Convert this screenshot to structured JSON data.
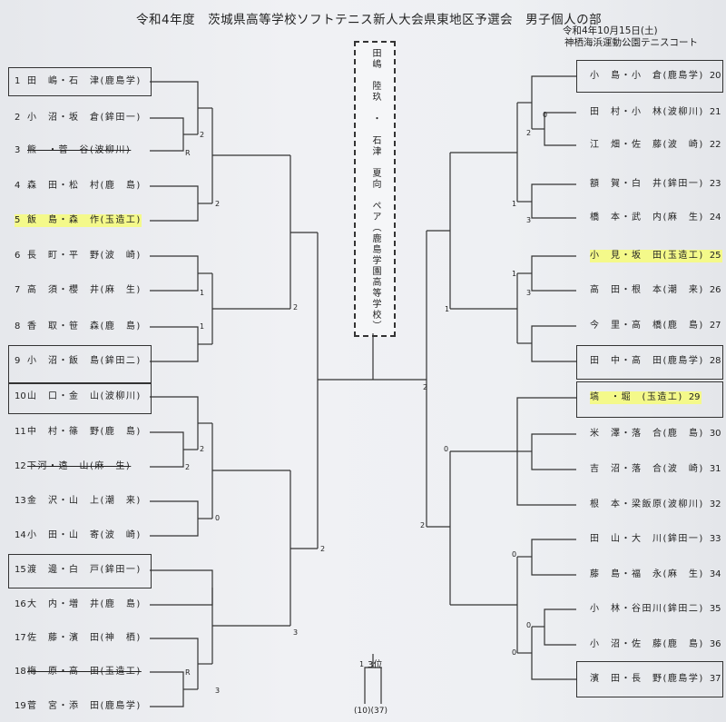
{
  "header": {
    "title": "令和4年度　茨城県高等学校ソフトテニス新人大会県東地区予選会　男子個人の部",
    "date": "令和4年10月15日(土)",
    "venue": "神栖海浜運動公園テニスコート"
  },
  "champion": "田嶋　陸玖　・　石津　夏向　ペア（鹿島学園高等学校）",
  "left_entries": [
    {
      "num": "1",
      "name": "田　嶋・石　津(鹿島学)",
      "boxed": true
    },
    {
      "num": "2",
      "name": "小　沼・坂　倉(鉾田一)"
    },
    {
      "num": "3",
      "name": "熊　・菅　谷(波柳川)",
      "struck": true
    },
    {
      "num": "4",
      "name": "森　田・松　村(鹿　島)"
    },
    {
      "num": "5",
      "name": "飯　島・森　作(玉造工)",
      "highlight": true
    },
    {
      "num": "6",
      "name": "長　町・平　野(波　崎)"
    },
    {
      "num": "7",
      "name": "高　須・櫻　井(麻　生)"
    },
    {
      "num": "8",
      "name": "香　取・笹　森(鹿　島)"
    },
    {
      "num": "9",
      "name": "小　沼・飯　島(鉾田二)",
      "boxed": true
    },
    {
      "num": "10",
      "name": "山　口・金　山(波柳川)",
      "boxed": true
    },
    {
      "num": "11",
      "name": "中　村・篠　野(鹿　島)"
    },
    {
      "num": "12",
      "name": "下河・遠　山(麻　生)",
      "struck": true
    },
    {
      "num": "13",
      "name": "金　沢・山　上(潮　来)"
    },
    {
      "num": "14",
      "name": "小　田・山　寄(波　崎)"
    },
    {
      "num": "15",
      "name": "渡　邊・白　戸(鉾田一)",
      "boxed": true
    },
    {
      "num": "16",
      "name": "大　内・増　井(鹿　島)"
    },
    {
      "num": "17",
      "name": "佐　藤・濱　田(神　栖)"
    },
    {
      "num": "18",
      "name": "梅　原・高　田(玉造工)",
      "struck": true
    },
    {
      "num": "19",
      "name": "菅　宮・添　田(鹿島学)"
    }
  ],
  "right_entries": [
    {
      "num": "20",
      "name": "小　島・小　倉(鹿島学)",
      "boxed": true
    },
    {
      "num": "21",
      "name": "田　村・小　林(波柳川)"
    },
    {
      "num": "22",
      "name": "江　畑・佐　藤(波　崎)"
    },
    {
      "num": "23",
      "name": "額　賀・白　井(鉾田一)"
    },
    {
      "num": "24",
      "name": "橋　本・武　内(麻　生)"
    },
    {
      "num": "25",
      "name": "小　見・坂　田(玉造工)",
      "highlight": true
    },
    {
      "num": "26",
      "name": "高　田・根　本(潮　来)"
    },
    {
      "num": "27",
      "name": "今　里・高　橋(鹿　島)"
    },
    {
      "num": "28",
      "name": "田　中・高　田(鹿島学)",
      "boxed": true
    },
    {
      "num": "29",
      "name": "塙　・堀　(玉造工)",
      "boxed": true,
      "highlight": true
    },
    {
      "num": "30",
      "name": "米　澤・落　合(鹿　島)"
    },
    {
      "num": "31",
      "name": "吉　沼・落　合(波　崎)"
    },
    {
      "num": "32",
      "name": "根　本・梁飯原(波柳川)"
    },
    {
      "num": "33",
      "name": "田　山・大　川(鉾田一)"
    },
    {
      "num": "34",
      "name": "藤　島・福　永(麻　生)"
    },
    {
      "num": "35",
      "name": "小　林・谷田川(鉾田二)"
    },
    {
      "num": "36",
      "name": "小　沼・佐　藤(鹿　島)"
    },
    {
      "num": "37",
      "name": "濱　田・長　野(鹿島学)",
      "boxed": true
    }
  ],
  "scores": {
    "l_r1_a": "2",
    "l_r1_a_lose": "R",
    "l_r1_b": "2",
    "l_r2": "2",
    "l_r1_c": "1",
    "l_r1_d": "1",
    "l_r1_e": "2",
    "l_r1_e2": "2",
    "l_r1_f": "0",
    "l_r2_b": "2",
    "l_r1_g": "R",
    "l_r1_h": "3",
    "l_r2_c": "3",
    "r_r1_a": "0",
    "r_r1_a2": "2",
    "r_r1_b": "1",
    "r_r1_b2": "3",
    "r_r1_c": "1",
    "r_r1_c2": "3",
    "r_r2": "1",
    "r_r1_d": "0",
    "r_r1_e": "0",
    "r_r1_f": "0",
    "r_r1_f2": "0",
    "r_r2_b": "2",
    "final": "2",
    "third_top": "1"
  },
  "third_place": {
    "label": "3位",
    "result": "(10)(37)"
  }
}
